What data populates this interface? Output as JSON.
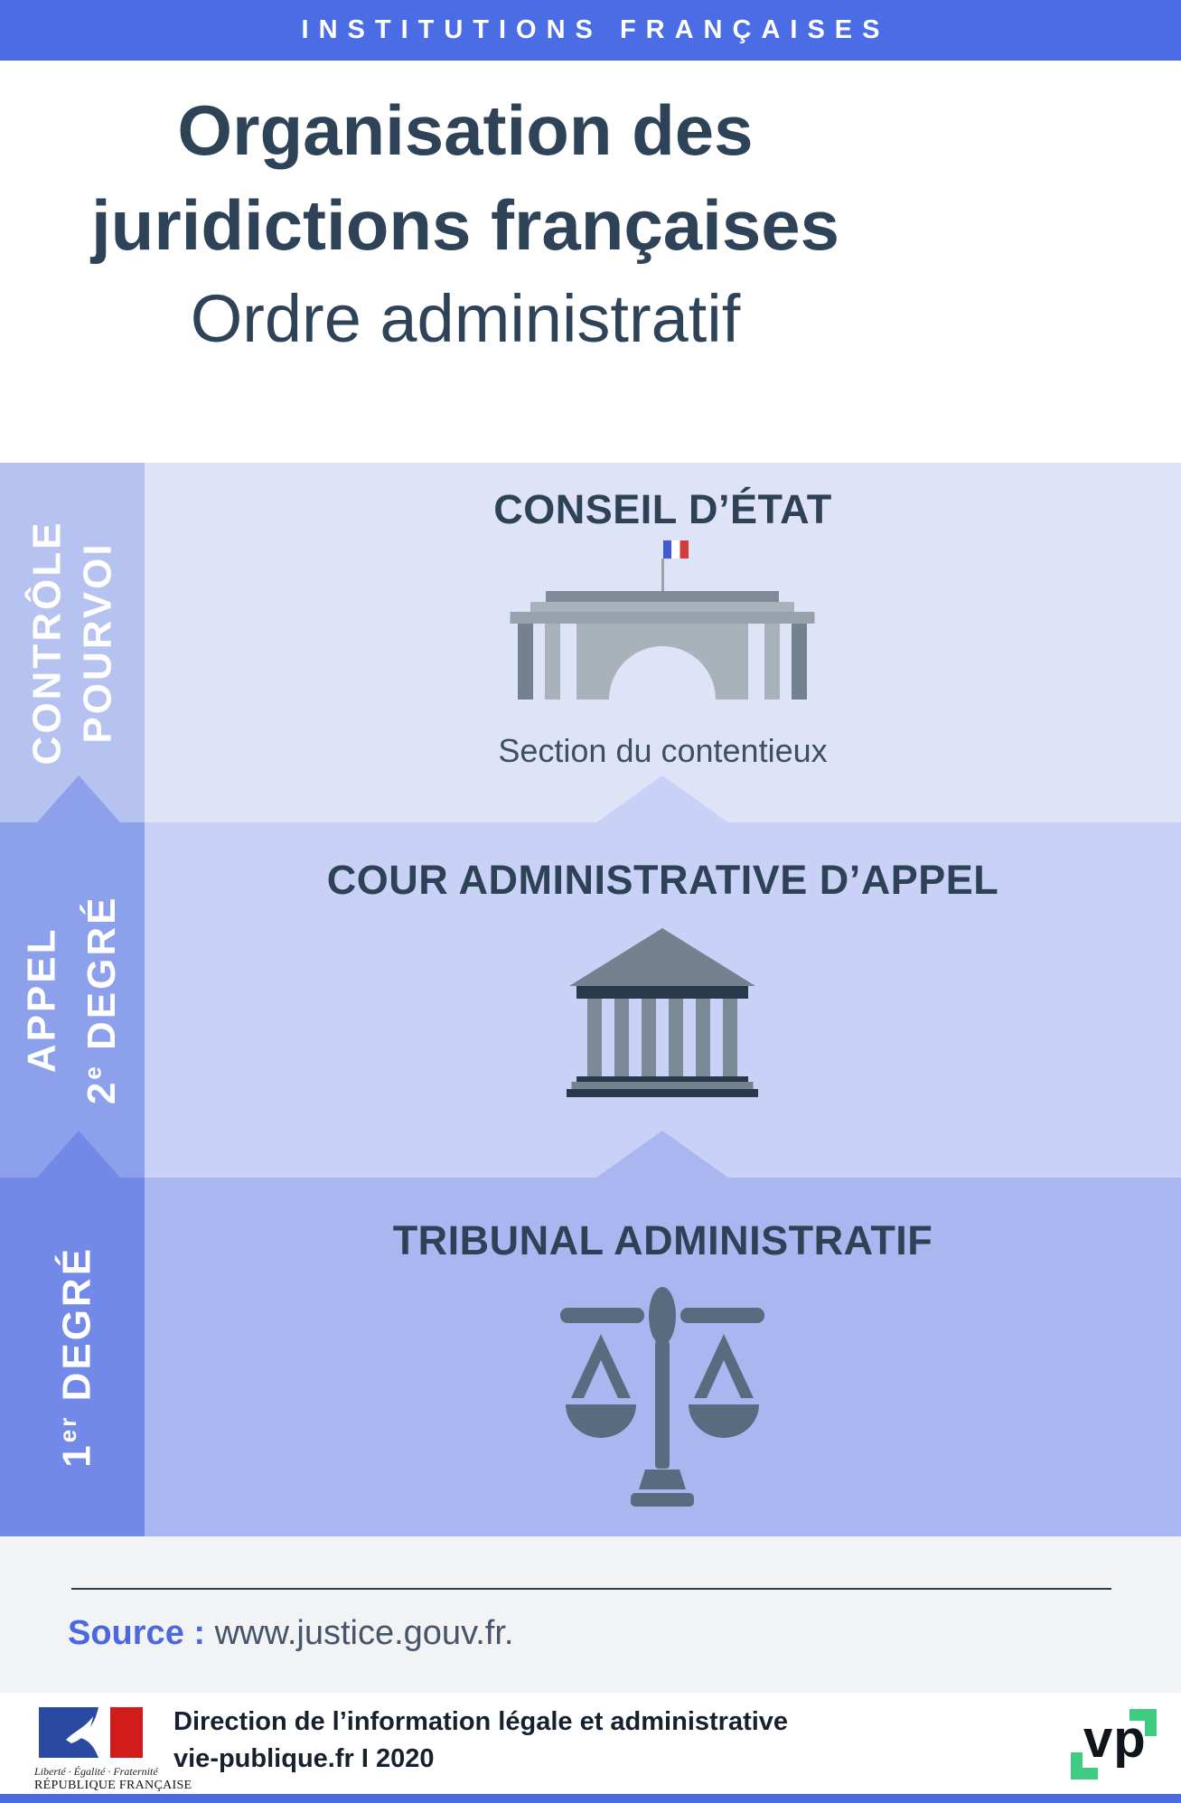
{
  "banner": {
    "label": "INSTITUTIONS FRANÇAISES"
  },
  "title": {
    "line1": "Organisation des",
    "line2": "juridictions françaises",
    "line3": "Ordre administratif"
  },
  "levels": [
    {
      "sidebar_line1": "CONTRÔLE",
      "sidebar_line2": "POURVOI",
      "heading": "CONSEIL D’ÉTAT",
      "subtitle": "Section du contentieux",
      "icon": "arc-de-triomphe-building-icon",
      "flag_icon": "french-flag-icon"
    },
    {
      "sidebar_line1": "APPEL",
      "sidebar_line2_num": "2",
      "sidebar_line2_sup": "e",
      "sidebar_line2_rest": " DEGRÉ",
      "heading": "COUR ADMINISTRATIVE D’APPEL",
      "icon": "temple-building-icon"
    },
    {
      "sidebar_num": "1",
      "sidebar_sup": "er",
      "sidebar_rest": " DEGRÉ",
      "heading": "TRIBUNAL ADMINISTRATIF",
      "icon": "scales-of-justice-icon"
    }
  ],
  "source": {
    "label": "Source :",
    "value": "www.justice.gouv.fr."
  },
  "footer": {
    "motto": "Liberté · Égalité · Fraternité",
    "republic": "RÉPUBLIQUE FRANÇAISE",
    "credit_line1": "Direction de l’information légale et administrative",
    "credit_line2": "vie-publique.fr I 2020",
    "vp": "vp"
  },
  "colors": {
    "banner_blue": "#4a6ce4",
    "title_navy": "#2e4357",
    "level1_sidebar": "#b6c2f0",
    "level1_bg": "#dfe3f8",
    "level2_sidebar": "#8da0ec",
    "level2_bg": "#c9d2f6",
    "level3_sidebar": "#7289e8",
    "level3_bg": "#a9b6f0",
    "heading_navy": "#2d4256",
    "icon_slate": "#74828f",
    "icon_light_gray": "#a9b1ba",
    "icon_navy": "#27394a",
    "scales_slate": "#596b7e",
    "source_blue": "#4c68e0",
    "footer_green": "#3ecb82",
    "flag_blue": "#3d5bd0",
    "flag_red": "#d13c3c"
  }
}
